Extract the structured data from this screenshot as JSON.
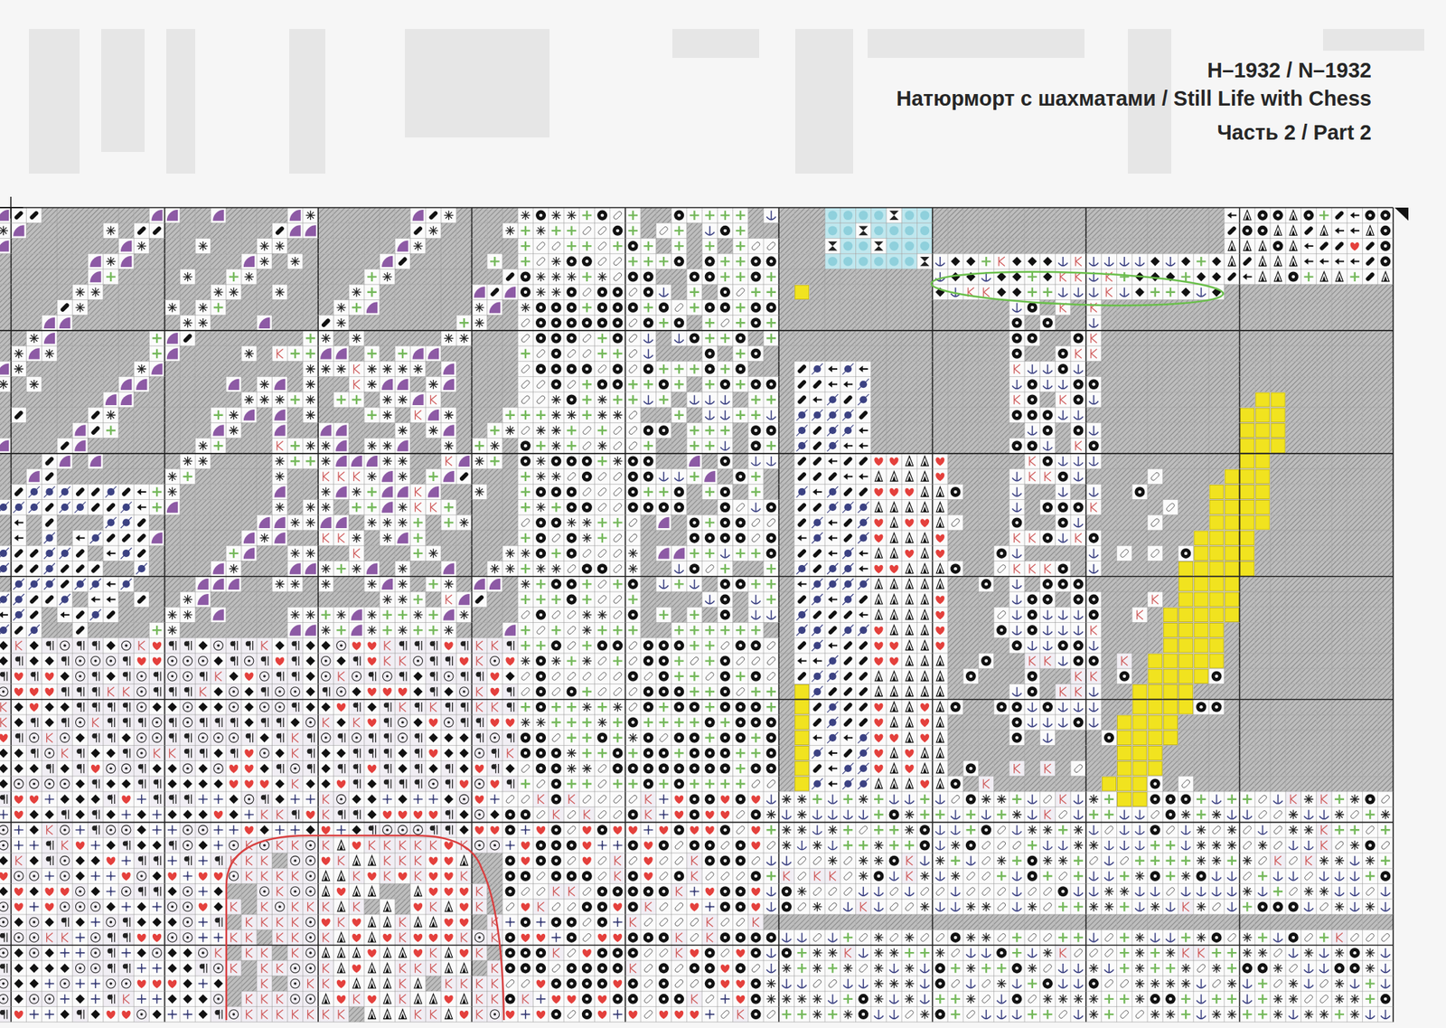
{
  "diagram": {
    "title": "H–1932 / N–1932",
    "labels": [
      "Натюрморт с шахматами / Still Life with Chess",
      "Часть 2 / Part 2"
    ]
  }
}
